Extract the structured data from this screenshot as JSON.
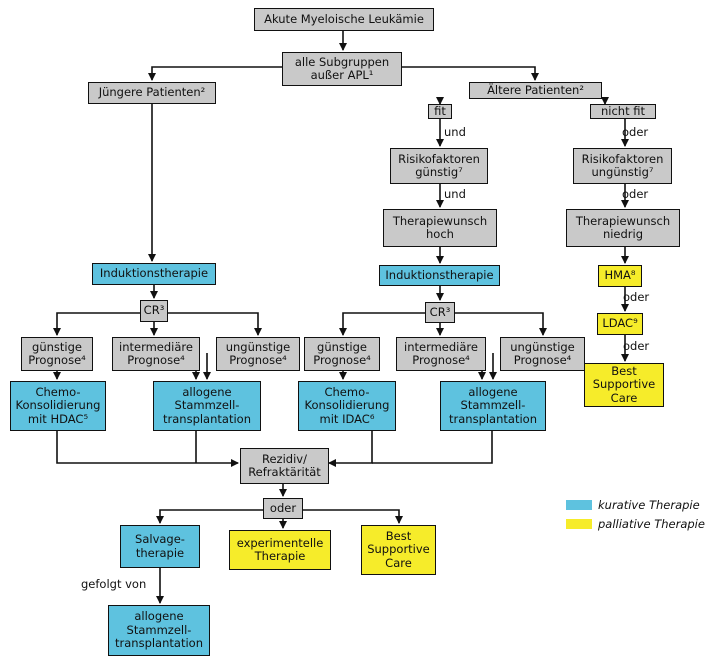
{
  "nodes": {
    "aml": "Akute Myeloische Leukämie",
    "subgroups": "alle Subgruppen\naußer APL¹",
    "young": "Jüngere Patienten²",
    "old": "Ältere Patienten²",
    "fit": "fit",
    "notfit": "nicht fit",
    "risk_good": "Risikofaktoren\ngünstig⁷",
    "risk_bad": "Risikofaktoren\nungünstig⁷",
    "wish_high": "Therapiewunsch\nhoch",
    "wish_low": "Therapiewunsch\nniedrig",
    "hma": "HMA⁸",
    "ldac": "LDAC⁹",
    "bsc_right": "Best\nSupportive\nCare",
    "induction_left": "Induktionstherapie",
    "induction_right": "Induktionstherapie",
    "cr_left": "CR³",
    "cr_right": "CR³",
    "prog_good_l": "günstige\nPrognose⁴",
    "prog_mid_l": "intermediäre\nPrognose⁴",
    "prog_bad_l": "ungünstige\nPrognose⁴",
    "prog_good_r": "günstige\nPrognose⁴",
    "prog_mid_r": "intermediäre\nPrognose⁴",
    "prog_bad_r": "ungünstige\nPrognose⁴",
    "chemo_l": "Chemo-\nKonsolidierung\nmit HDAC⁵",
    "chemo_r": "Chemo-\nKonsolidierung\nmit IDAC⁶",
    "sct_l": "allogene\nStammzell-\ntransplantation",
    "sct_r": "allogene\nStammzell-\ntransplantation",
    "relapse": "Rezidiv/\nRefraktärität",
    "oder_center": "oder",
    "salvage": "Salvage-\ntherapie",
    "experimental": "experimentelle\nTherapie",
    "bsc_bottom": "Best\nSupportive\nCare",
    "sct_bottom": "allogene\nStammzell-\ntransplantation"
  },
  "connector_labels": {
    "und1": "und",
    "und2": "und",
    "oder1": "oder",
    "oder2": "oder",
    "oder3": "oder",
    "oder4": "oder",
    "followed": "gefolgt von"
  },
  "legend": {
    "curative": "kurative Therapie",
    "palliative": "palliative Therapie"
  },
  "colors": {
    "grey": "#c9c9c9",
    "blue": "#5ec2df",
    "yellow": "#f6ec2a",
    "line": "#111111"
  }
}
